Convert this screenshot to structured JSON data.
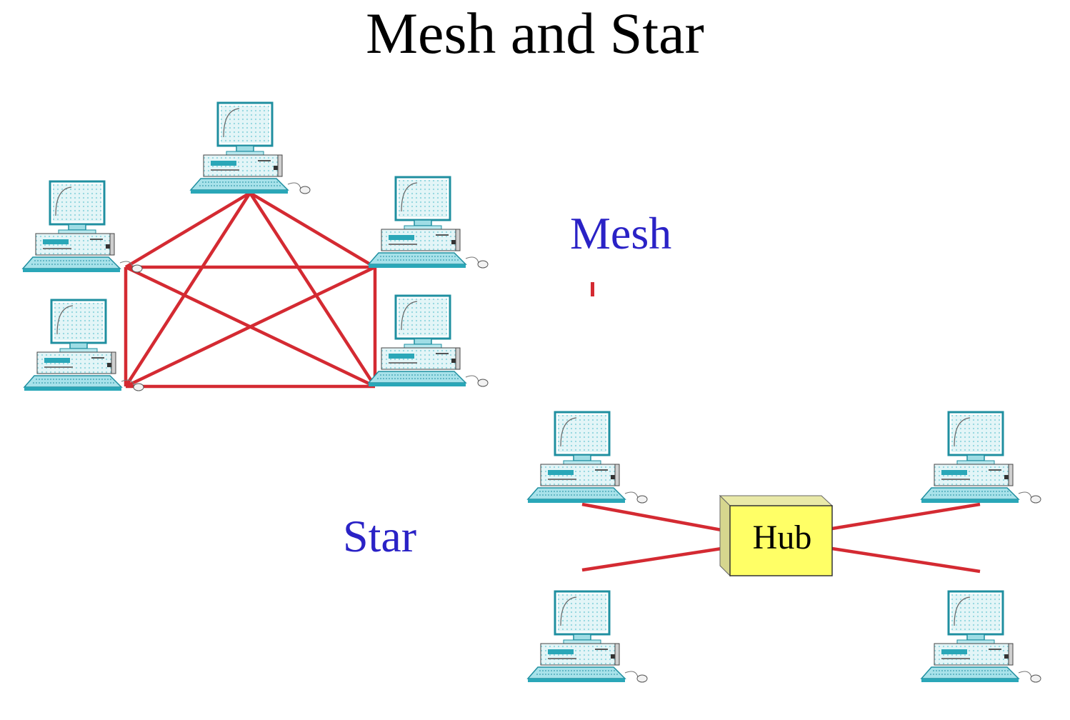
{
  "title": "Mesh and Star",
  "mesh": {
    "label": "Mesh",
    "node_count": 5,
    "icon": "computer-icon"
  },
  "star": {
    "label": "Star",
    "node_count": 4,
    "hub_label": "Hub",
    "icon": "computer-icon"
  },
  "colors": {
    "label_text": "#2a22c6",
    "link": "#d42a32",
    "hub_fill": "#ffff66",
    "computer_teal": "#2aa7b8",
    "computer_screen": "#d8f1f4"
  }
}
